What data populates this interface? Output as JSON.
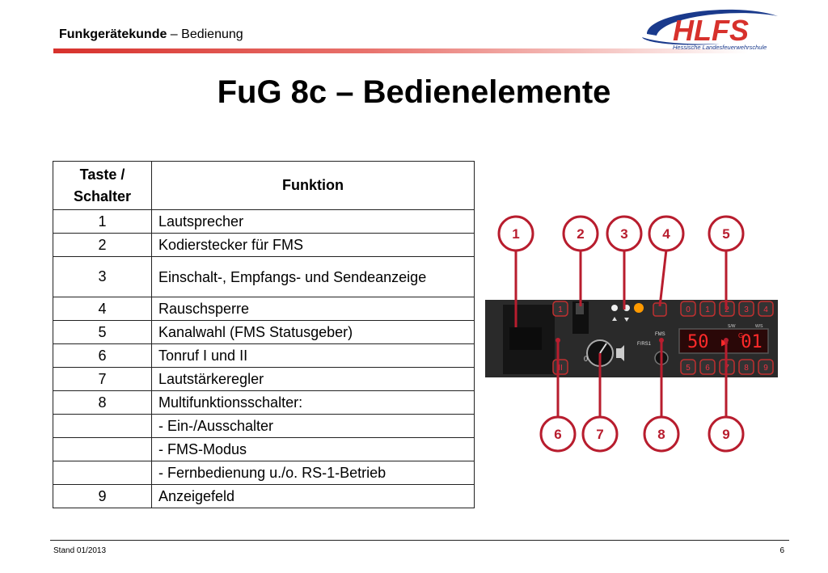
{
  "header": {
    "topic_bold": "Funkgerätekunde",
    "topic_rest": " – Bedienung"
  },
  "logo": {
    "text": "HLFS",
    "subtitle": "Hessische Landesfeuerwehrschule"
  },
  "title": "FuG 8c – Bedienelemente",
  "table": {
    "head_col1_line1": "Taste /",
    "head_col1_line2": "Schalter",
    "head_col2": "Funktion",
    "rows": [
      {
        "key": "1",
        "func": "Lautsprecher"
      },
      {
        "key": "2",
        "func": "Kodierstecker für FMS"
      },
      {
        "key": "3",
        "func": "Einschalt-, Empfangs- und Sendeanzeige"
      },
      {
        "key": "4",
        "func": "Rauschsperre"
      },
      {
        "key": "5",
        "func": "Kanalwahl (FMS Statusgeber)"
      },
      {
        "key": "6",
        "func": "Tonruf I und II"
      },
      {
        "key": "7",
        "func": "Lautstärkeregler"
      },
      {
        "key": "8",
        "func": "Multifunktionsschalter:"
      },
      {
        "key": "",
        "func": "- Ein-/Ausschalter"
      },
      {
        "key": "",
        "func": "- FMS-Modus"
      },
      {
        "key": "",
        "func": "- Fernbedienung u./o. RS-1-Betrieb"
      },
      {
        "key": "9",
        "func": "Anzeigefeld"
      }
    ]
  },
  "device": {
    "callouts_top": [
      "1",
      "2",
      "3",
      "4",
      "5"
    ],
    "callouts_bottom": [
      "6",
      "7",
      "8",
      "9"
    ],
    "keypad_top": [
      "0",
      "1",
      "2",
      "3",
      "4"
    ],
    "keypad_bottom": [
      "5",
      "6",
      "7",
      "8",
      "9"
    ],
    "key_left_top": "1",
    "key_left_bottom": "II",
    "display_text": "50 ▸ 01",
    "display_g": "G",
    "knob_label": "0",
    "label_fms1": "F/RS1",
    "label_fms2": "FMS",
    "label_sw": "S/W",
    "label_ws": "W/S",
    "accent_color": "#b81d2e",
    "display_color": "#ff2a2a"
  },
  "footer": {
    "left": "Stand 01/2013",
    "right": "6"
  }
}
